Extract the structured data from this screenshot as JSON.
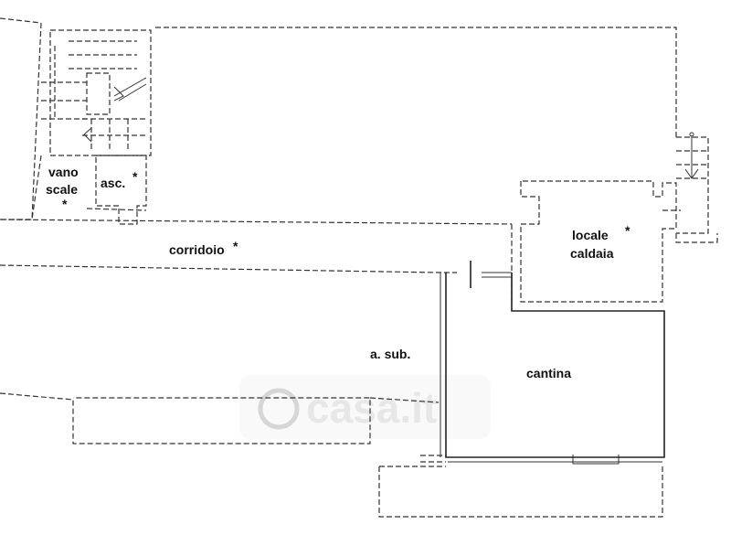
{
  "rooms": {
    "vano_scale": {
      "line1": "vano",
      "line2": "scale",
      "mark": "*"
    },
    "ascensore": {
      "label": "asc.",
      "mark": "*"
    },
    "corridoio": {
      "label": "corridoio",
      "mark": "*"
    },
    "locale_caldaia": {
      "line1": "locale",
      "line2": "caldaia",
      "mark": "*"
    },
    "a_sub": {
      "label": "a. sub."
    },
    "cantina": {
      "label": "cantina"
    }
  },
  "watermark": {
    "text": "casa.it"
  }
}
